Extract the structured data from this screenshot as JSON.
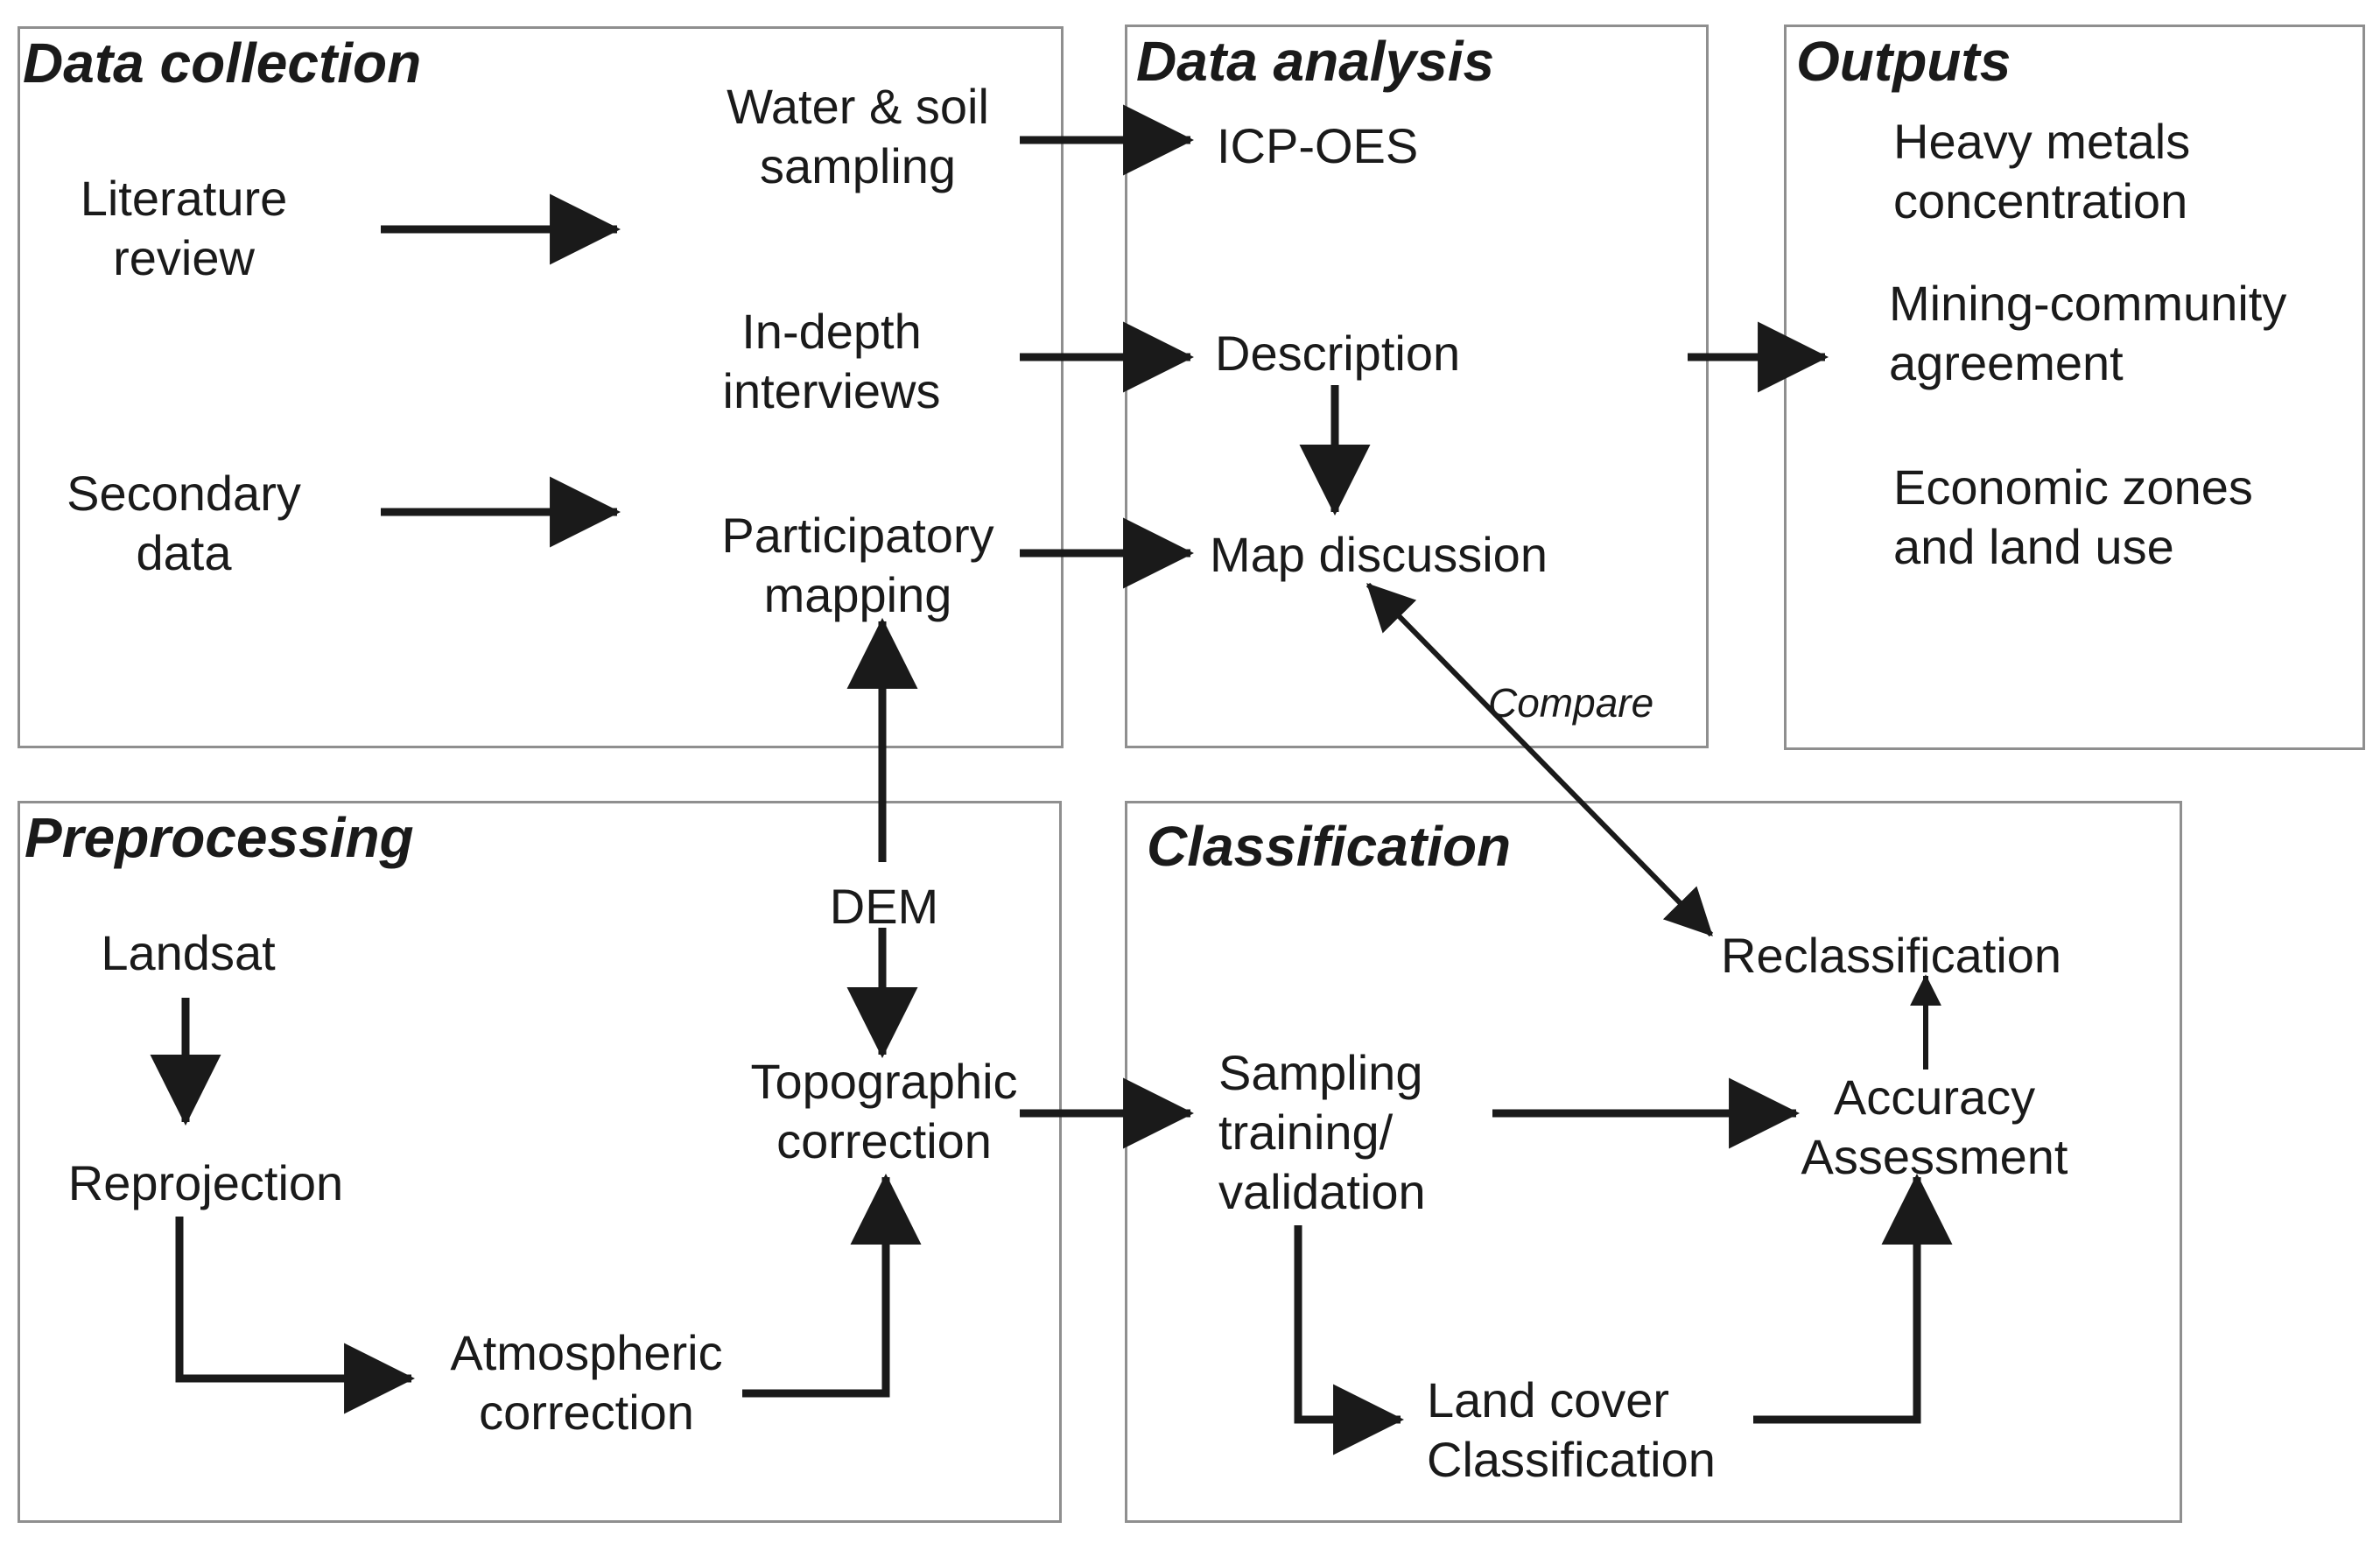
{
  "panels": {
    "data_collection": {
      "title": "Data collection"
    },
    "data_analysis": {
      "title": "Data analysis"
    },
    "outputs": {
      "title": "Outputs"
    },
    "preprocessing": {
      "title": "Preprocessing"
    },
    "classification": {
      "title": "Classification"
    }
  },
  "nodes": {
    "literature_review": [
      "Literature",
      "review"
    ],
    "secondary_data": [
      "Secondary",
      "data"
    ],
    "water_soil_sampling": [
      "Water & soil",
      "sampling"
    ],
    "in_depth_interviews": [
      "In-depth",
      "interviews"
    ],
    "participatory_mapping": [
      "Participatory",
      "mapping"
    ],
    "icp_oes": [
      "ICP-OES"
    ],
    "description": [
      "Description"
    ],
    "map_discussion": [
      "Map discussion"
    ],
    "heavy_metals": [
      "Heavy metals",
      "concentration"
    ],
    "mining_community": [
      "Mining-community",
      "agreement"
    ],
    "economic_zones": [
      "Economic zones",
      "and land use"
    ],
    "landsat": [
      "Landsat"
    ],
    "reprojection": [
      "Reprojection"
    ],
    "atmospheric_correction": [
      "Atmospheric",
      "correction"
    ],
    "dem": [
      "DEM"
    ],
    "topographic_correction": [
      "Topographic",
      "correction"
    ],
    "sampling_training_validation": [
      "Sampling",
      "training/",
      "validation"
    ],
    "land_cover_classification": [
      "Land cover",
      "Classification"
    ],
    "accuracy_assessment": [
      "Accuracy",
      "Assessment"
    ],
    "reclassification": [
      "Reclassification"
    ]
  },
  "edge_labels": {
    "compare": "Compare"
  },
  "colors": {
    "ink": "#1a1a1a",
    "panel_border": "#8f8f8f",
    "background": "#ffffff"
  }
}
